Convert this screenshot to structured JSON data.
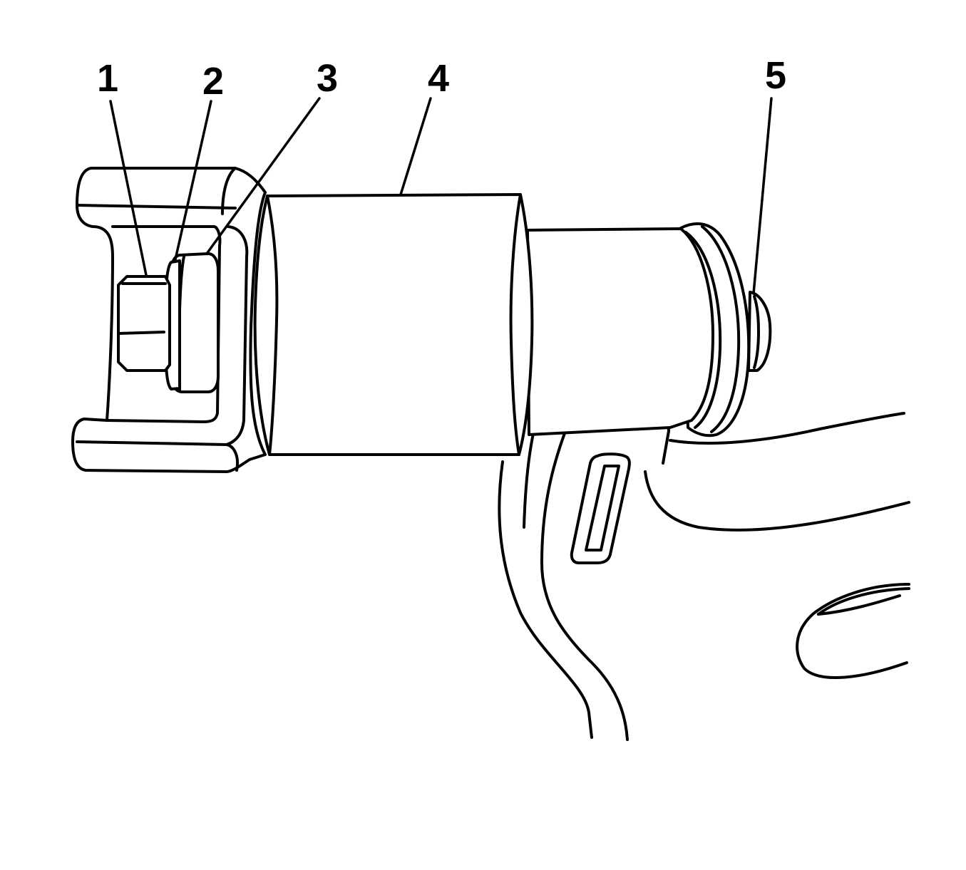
{
  "callouts": [
    {
      "id": "1",
      "label": "1"
    },
    {
      "id": "2",
      "label": "2"
    },
    {
      "id": "3",
      "label": "3"
    },
    {
      "id": "4",
      "label": "4"
    },
    {
      "id": "5",
      "label": "5"
    }
  ],
  "colors": {
    "line": "#000000",
    "background": "#ffffff"
  }
}
